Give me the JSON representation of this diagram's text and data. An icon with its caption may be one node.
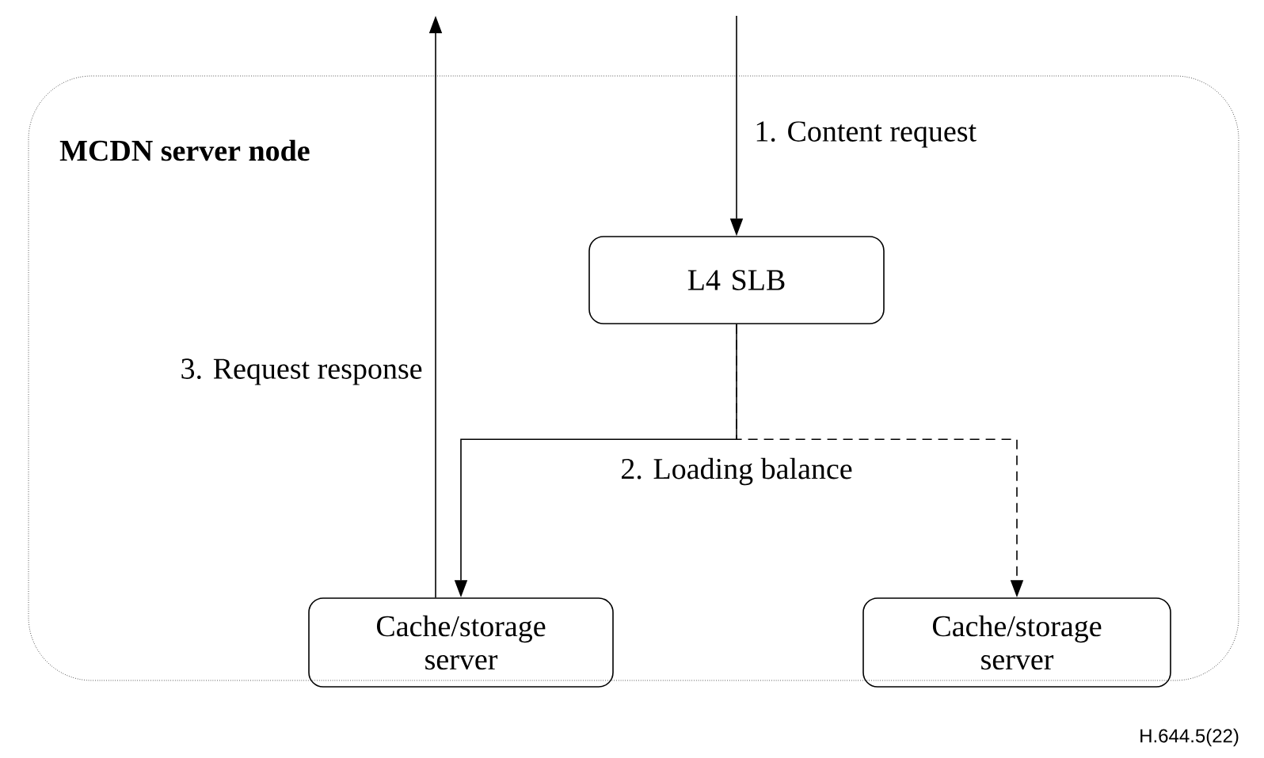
{
  "diagram": {
    "nodes": [
      {
        "text": [
          "MCDN server node"
        ]
      },
      {
        "text": [
          "L4 SLB"
        ],
        "in": 0
      },
      {
        "text": [
          "Cache/storage server"
        ],
        "in": 0
      },
      {
        "text": [
          "Cache/storage server"
        ],
        "in": 0
      }
    ],
    "edges": [
      {
        "from": null,
        "to": 1,
        "arrow": "to",
        "label": "1. Content request"
      },
      {
        "from": 2,
        "to": null,
        "arrow": "to",
        "label": "3. Request response"
      },
      {
        "from": 1,
        "to": 2,
        "arrow": "to",
        "label": "2. Loading balance"
      },
      {
        "from": 1,
        "to": 3,
        "arrow": "to",
        "style": "dashed"
      }
    ],
    "labels": [
      "H.644.5(22)"
    ]
  }
}
